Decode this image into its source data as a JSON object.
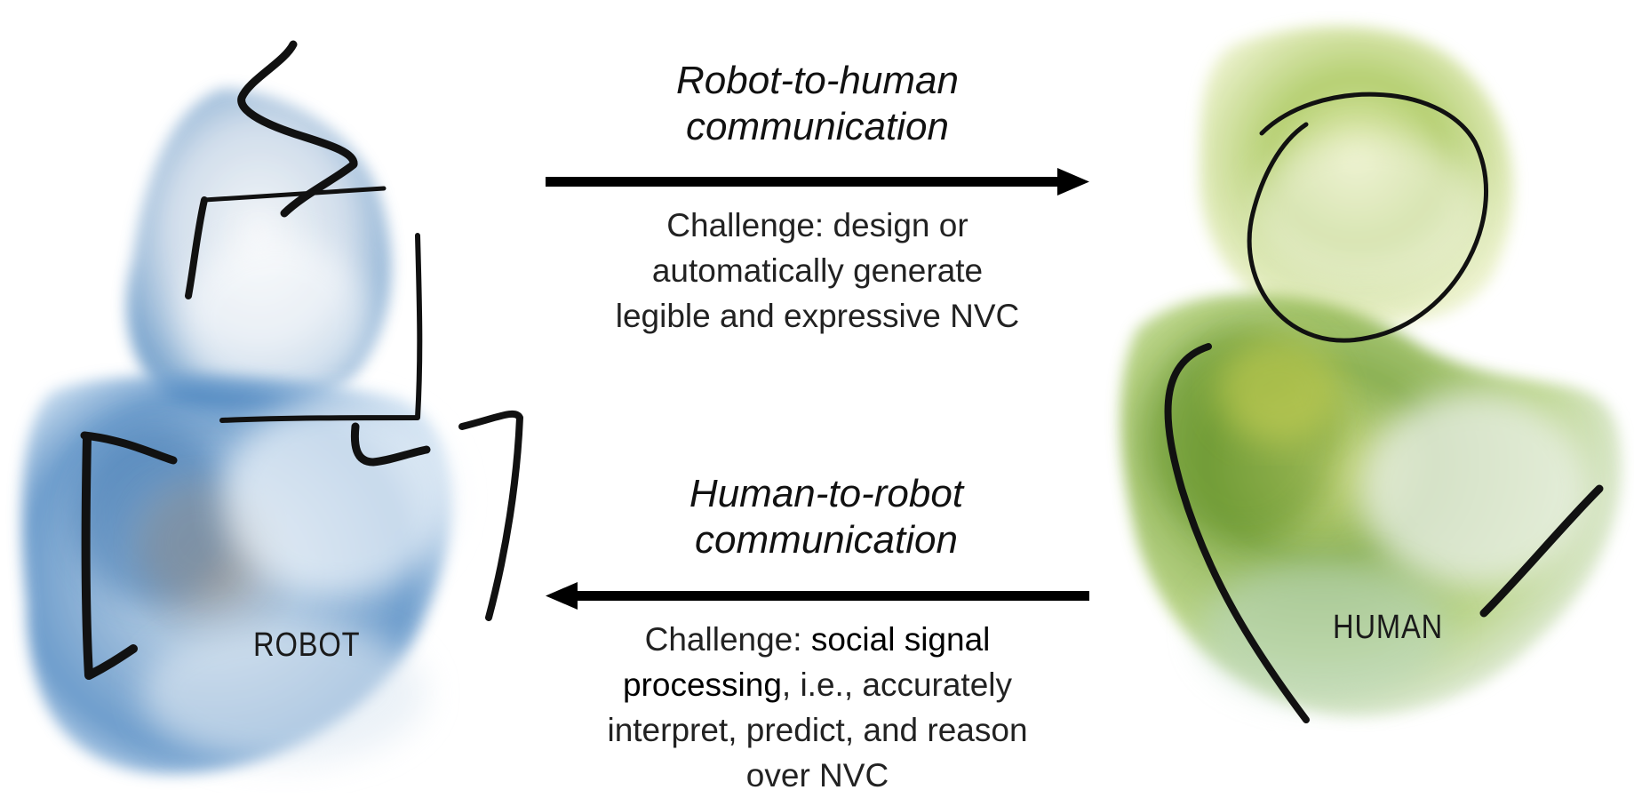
{
  "robot": {
    "label": "ROBOT"
  },
  "human": {
    "label": "HUMAN"
  },
  "robot_to_human": {
    "title_line1": "Robot-to-human",
    "title_line2": "communication",
    "challenge_line1": "Challenge: design or",
    "challenge_line2": "automatically generate",
    "challenge_line3": "legible and expressive NVC"
  },
  "human_to_robot": {
    "title_line1": "Human-to-robot",
    "title_line2": "communication",
    "challenge_prefix": "Challenge: ",
    "challenge_strong1": "social signal",
    "challenge_strong2": "processing",
    "challenge_rest2": ", i.e., accurately",
    "challenge_line3": "interpret, predict, and reason",
    "challenge_line4": "over NVC"
  },
  "colors": {
    "robot_wash": "#3a78b8",
    "human_wash": "#7fae2f",
    "ink": "#111111"
  }
}
